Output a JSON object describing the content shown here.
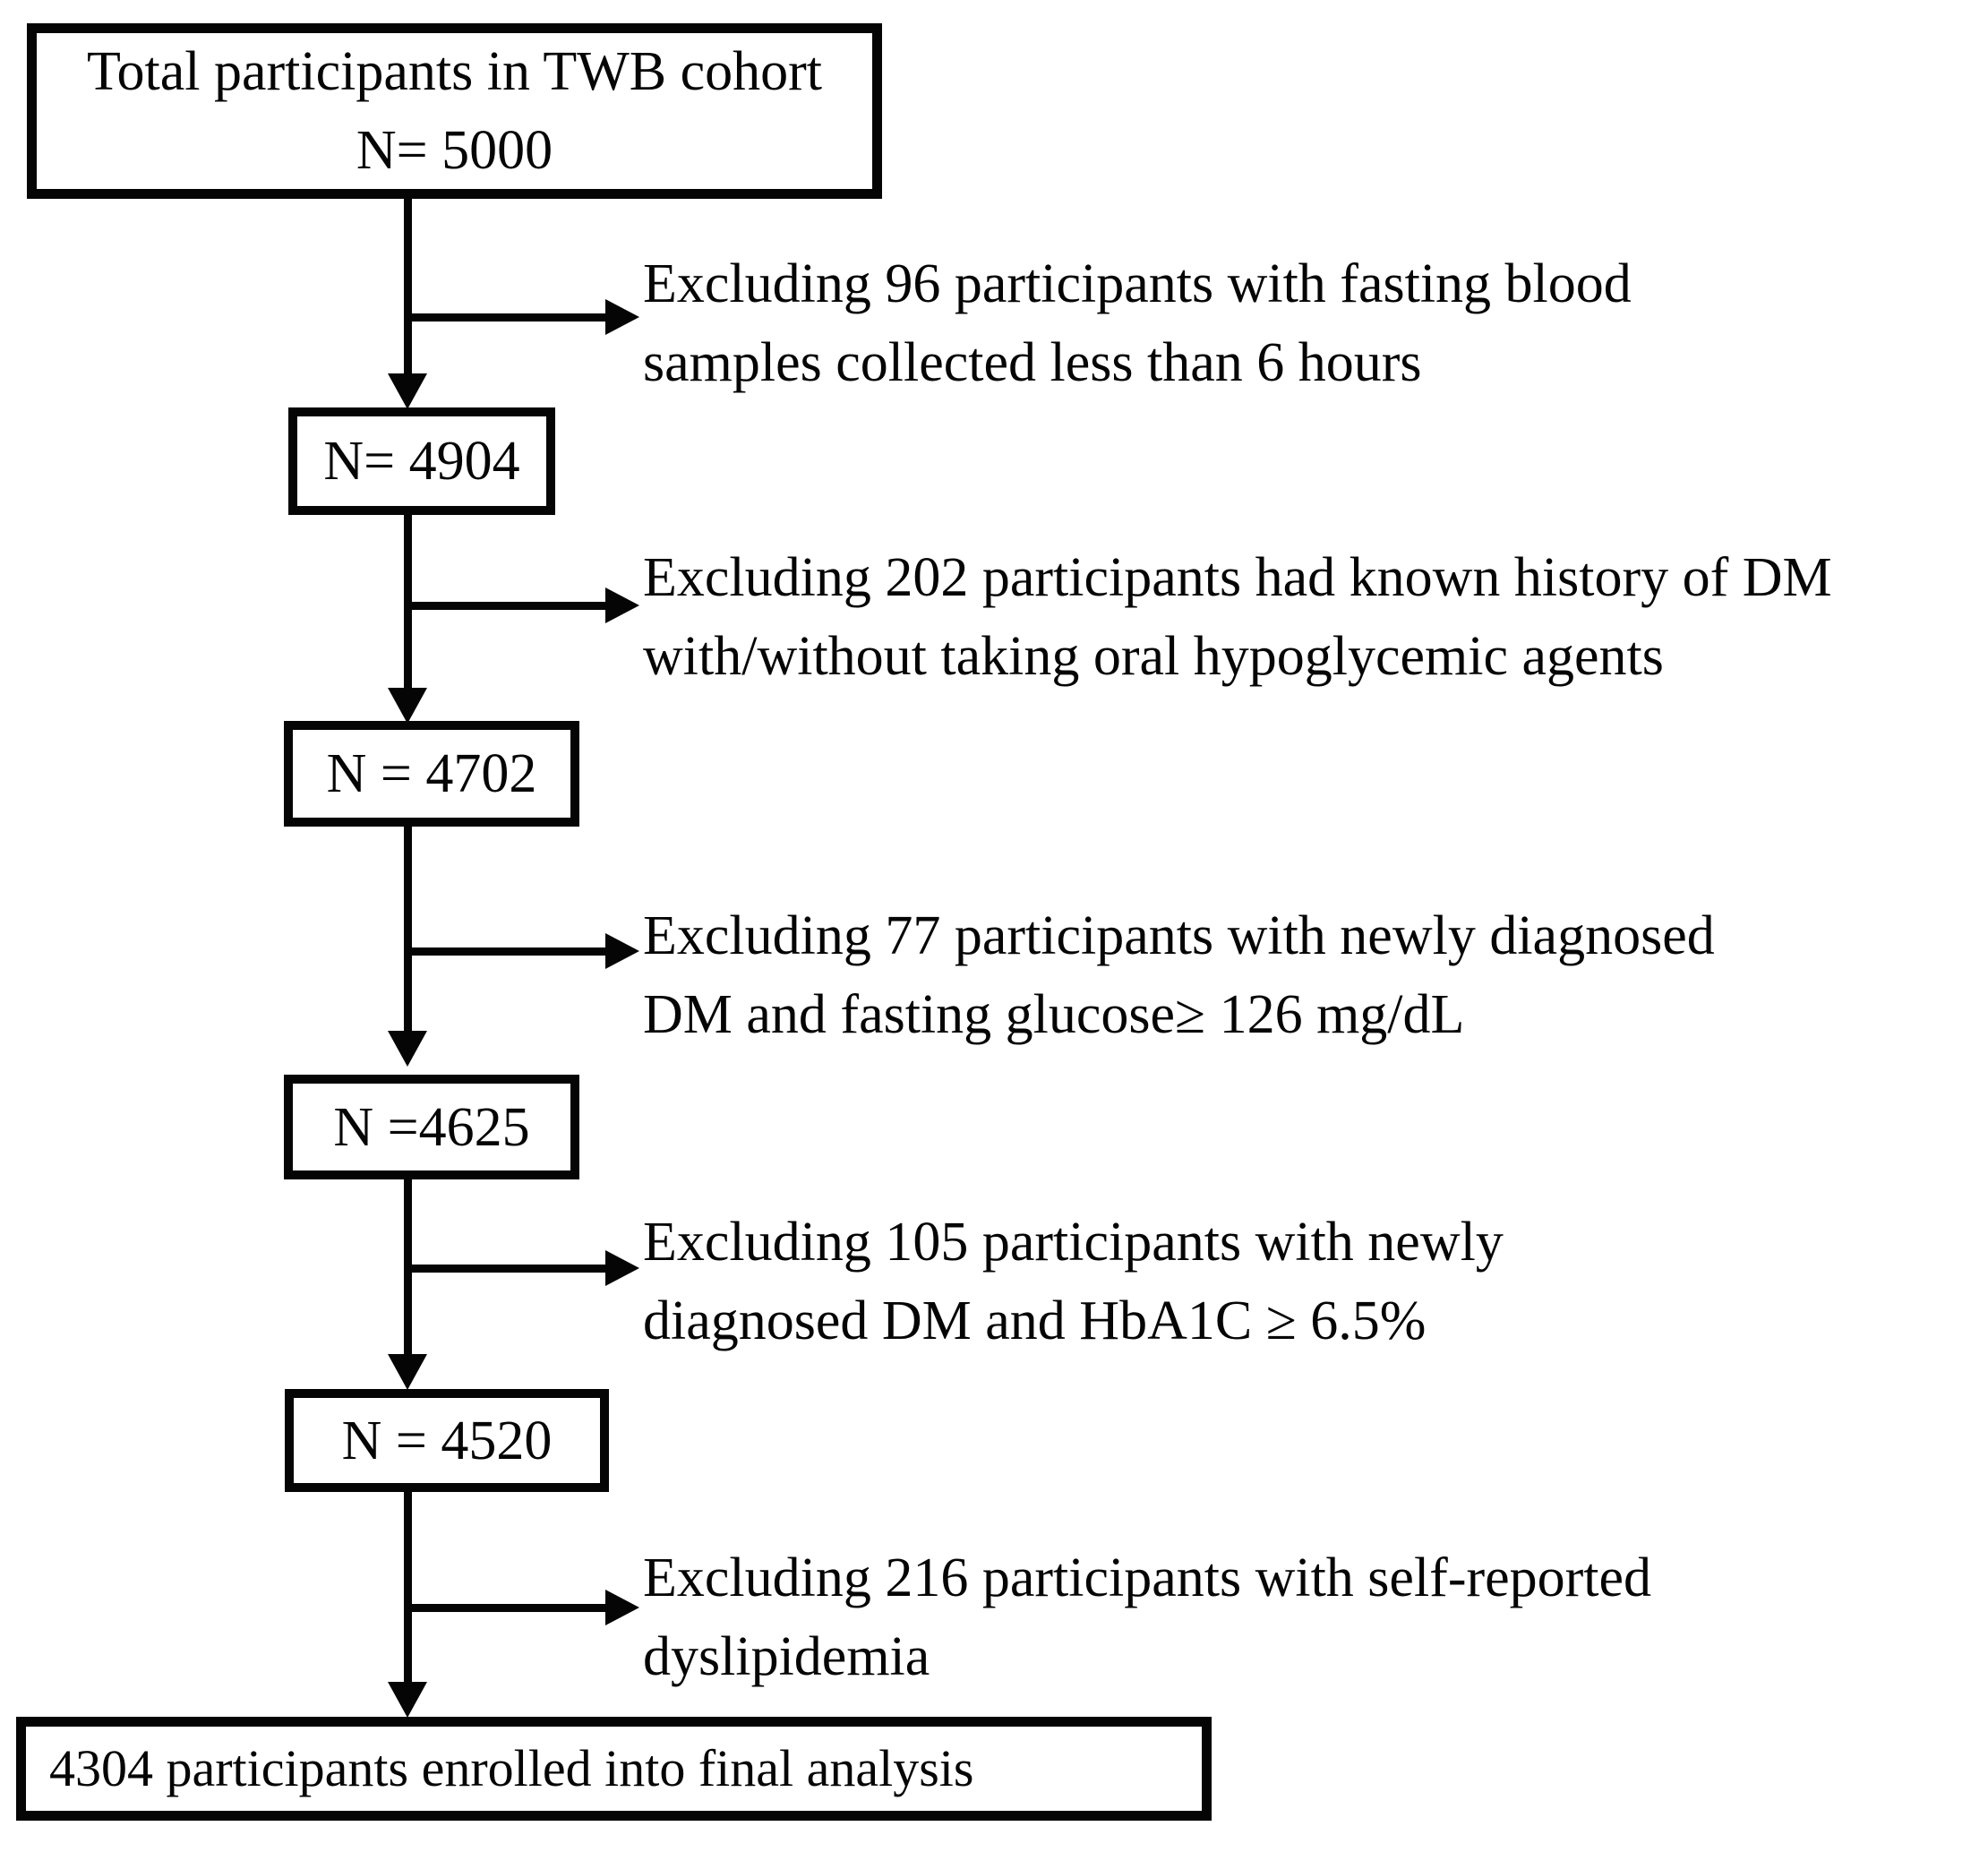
{
  "colors": {
    "background": "#ffffff",
    "ink": "#050505"
  },
  "flowchart": {
    "boxes": [
      {
        "id": "total",
        "lines": [
          "Total participants in TWB cohort",
          "N= 5000"
        ]
      },
      {
        "id": "n4904",
        "lines": [
          "N= 4904"
        ]
      },
      {
        "id": "n4702",
        "lines": [
          "N = 4702"
        ]
      },
      {
        "id": "n4625",
        "lines": [
          "N =4625"
        ]
      },
      {
        "id": "n4520",
        "lines": [
          "N = 4520"
        ]
      },
      {
        "id": "final",
        "lines": [
          "4304 participants enrolled into final analysis"
        ]
      }
    ],
    "exclusions": [
      {
        "lines": [
          "Excluding 96 participants with fasting blood",
          "samples collected less than 6 hours"
        ]
      },
      {
        "lines": [
          "Excluding 202 participants had known history of DM",
          "with/without taking oral hypoglycemic agents"
        ]
      },
      {
        "lines": [
          "Excluding 77 participants with newly diagnosed",
          "DM and fasting glucose≥ 126 mg/dL"
        ]
      },
      {
        "lines": [
          "Excluding 105 participants with newly",
          "diagnosed DM and HbA1C ≥ 6.5%"
        ]
      },
      {
        "lines": [
          "Excluding 216 participants with self-reported",
          "dyslipidemia"
        ]
      }
    ]
  }
}
